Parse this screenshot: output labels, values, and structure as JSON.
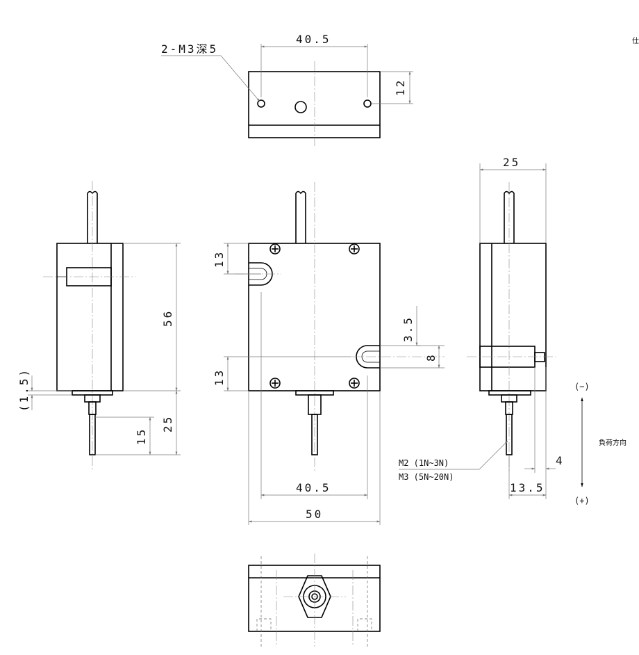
{
  "labels": {
    "tap": "2-M3深5",
    "top_width": "40.5",
    "top_height": "12",
    "side_width": "25",
    "overall_height": "56",
    "shaft_length": "25",
    "shaft_tip": "15",
    "gap": "(1.5)",
    "slot_upper": "13",
    "slot_lower": "13",
    "slot_offset": "3.5",
    "slot_width": "8",
    "front_inner": "40.5",
    "front_overall": "50",
    "side_depth_a": "4",
    "side_depth_b": "13.5",
    "m2": "M2  (1N~3N)",
    "m3": "M3  (5N~20N)",
    "minus": "(−)",
    "plus": "(+)",
    "load_dir": "負荷方向",
    "corner_glyph": "仕"
  }
}
